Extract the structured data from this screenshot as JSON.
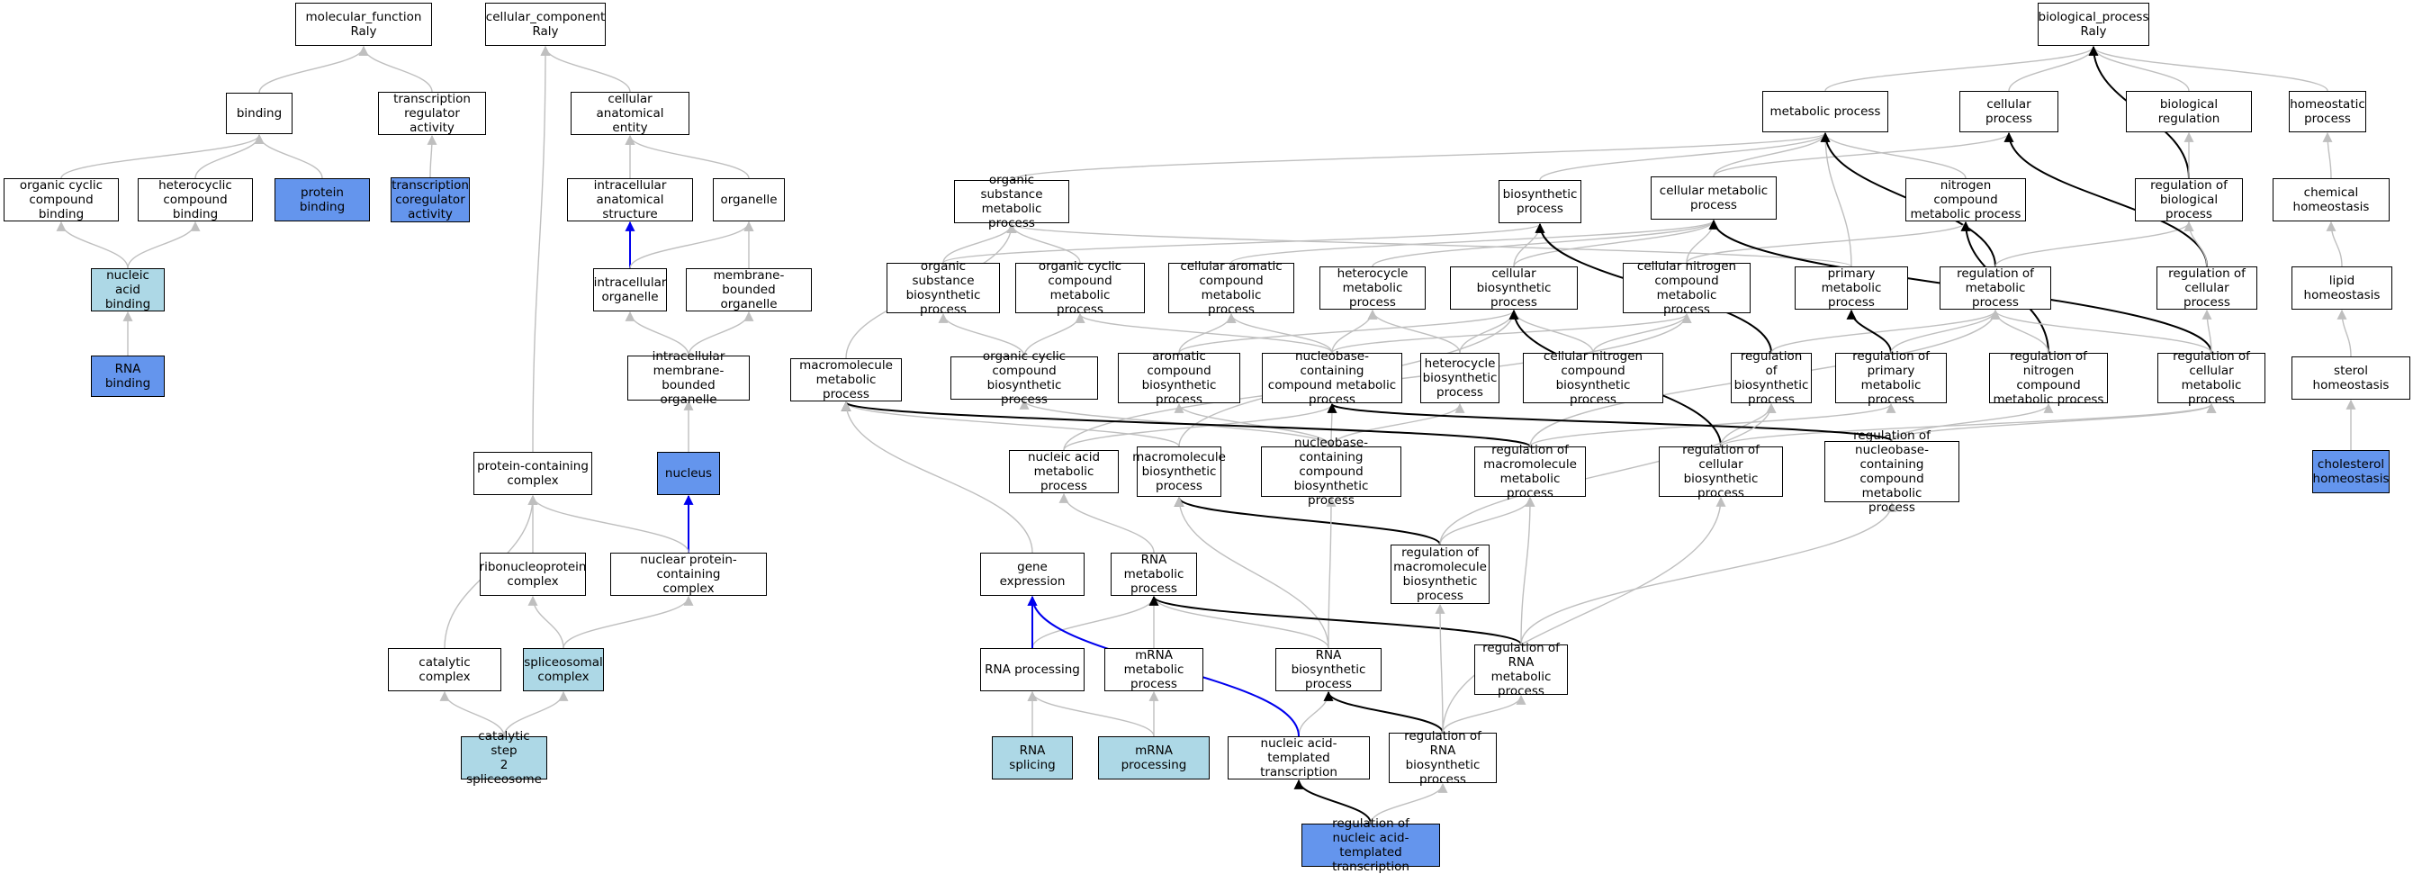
{
  "diagram": {
    "colors": {
      "node_fill": "#ffffff",
      "node_border": "#000000",
      "annotated_dark": "#6495ed",
      "annotated_light": "#add8e6",
      "edge_gray": "#bfbfbf",
      "edge_black": "#000000",
      "edge_blue": "#0000ee"
    },
    "nodes": [
      {
        "id": "mf",
        "label": "molecular_function\nRaly",
        "fill": "white"
      },
      {
        "id": "cc",
        "label": "cellular_component\nRaly",
        "fill": "white"
      },
      {
        "id": "bp",
        "label": "biological_process\nRaly",
        "fill": "white"
      },
      {
        "id": "binding",
        "label": "binding",
        "fill": "white"
      },
      {
        "id": "trreg",
        "label": "transcription\nregulator activity",
        "fill": "white"
      },
      {
        "id": "cae",
        "label": "cellular anatomical\nentity",
        "fill": "white"
      },
      {
        "id": "occb",
        "label": "organic cyclic\ncompound binding",
        "fill": "white"
      },
      {
        "id": "hcb",
        "label": "heterocyclic\ncompound binding",
        "fill": "white"
      },
      {
        "id": "protbind",
        "label": "protein binding",
        "fill": "dark"
      },
      {
        "id": "trcoreg",
        "label": "transcription\ncoregulator\nactivity",
        "fill": "dark"
      },
      {
        "id": "nab",
        "label": "nucleic acid\nbinding",
        "fill": "light"
      },
      {
        "id": "rnab",
        "label": "RNA binding",
        "fill": "dark"
      },
      {
        "id": "ias",
        "label": "intracellular\nanatomical structure",
        "fill": "white"
      },
      {
        "id": "organelle",
        "label": "organelle",
        "fill": "white"
      },
      {
        "id": "io",
        "label": "intracellular\norganelle",
        "fill": "white"
      },
      {
        "id": "mbo",
        "label": "membrane-bounded\norganelle",
        "fill": "white"
      },
      {
        "id": "imbo",
        "label": "intracellular\nmembrane-bounded\norganelle",
        "fill": "white"
      },
      {
        "id": "nucleus",
        "label": "nucleus",
        "fill": "dark"
      },
      {
        "id": "pcc",
        "label": "protein-containing\ncomplex",
        "fill": "white"
      },
      {
        "id": "rnp",
        "label": "ribonucleoprotein\ncomplex",
        "fill": "white"
      },
      {
        "id": "npcc",
        "label": "nuclear protein-containing\ncomplex",
        "fill": "white"
      },
      {
        "id": "catc",
        "label": "catalytic complex",
        "fill": "white"
      },
      {
        "id": "splc",
        "label": "spliceosomal\ncomplex",
        "fill": "light"
      },
      {
        "id": "cs2",
        "label": "catalytic step\n2 spliceosome",
        "fill": "light"
      },
      {
        "id": "metp",
        "label": "metabolic process",
        "fill": "white"
      },
      {
        "id": "cellp",
        "label": "cellular process",
        "fill": "white"
      },
      {
        "id": "breg",
        "label": "biological regulation",
        "fill": "white"
      },
      {
        "id": "homeo",
        "label": "homeostatic\nprocess",
        "fill": "white"
      },
      {
        "id": "osmp",
        "label": "organic substance\nmetabolic process",
        "fill": "white"
      },
      {
        "id": "biosyn",
        "label": "biosynthetic\nprocess",
        "fill": "white"
      },
      {
        "id": "cmp",
        "label": "cellular metabolic\nprocess",
        "fill": "white"
      },
      {
        "id": "ncmp",
        "label": "nitrogen compound\nmetabolic process",
        "fill": "white"
      },
      {
        "id": "rbp",
        "label": "regulation of\nbiological process",
        "fill": "white"
      },
      {
        "id": "chemh",
        "label": "chemical homeostasis",
        "fill": "white"
      },
      {
        "id": "osbp",
        "label": "organic substance\nbiosynthetic\nprocess",
        "fill": "white"
      },
      {
        "id": "occmp",
        "label": "organic cyclic\ncompound metabolic\nprocess",
        "fill": "white"
      },
      {
        "id": "cacmp",
        "label": "cellular aromatic\ncompound metabolic\nprocess",
        "fill": "white"
      },
      {
        "id": "hmp",
        "label": "heterocycle\nmetabolic process",
        "fill": "white"
      },
      {
        "id": "cbp",
        "label": "cellular biosynthetic\nprocess",
        "fill": "white"
      },
      {
        "id": "cncmp",
        "label": "cellular nitrogen\ncompound metabolic\nprocess",
        "fill": "white"
      },
      {
        "id": "pmp",
        "label": "primary metabolic\nprocess",
        "fill": "white"
      },
      {
        "id": "rmp",
        "label": "regulation of\nmetabolic process",
        "fill": "white"
      },
      {
        "id": "rcp",
        "label": "regulation of\ncellular process",
        "fill": "white"
      },
      {
        "id": "liph",
        "label": "lipid homeostasis",
        "fill": "white"
      },
      {
        "id": "mmp",
        "label": "macromolecule\nmetabolic process",
        "fill": "white"
      },
      {
        "id": "occbp",
        "label": "organic cyclic\ncompound biosynthetic\nprocess",
        "fill": "white"
      },
      {
        "id": "acbp",
        "label": "aromatic compound\nbiosynthetic\nprocess",
        "fill": "white"
      },
      {
        "id": "nbcmp",
        "label": "nucleobase-containing\ncompound metabolic\nprocess",
        "fill": "white"
      },
      {
        "id": "hbp",
        "label": "heterocycle\nbiosynthetic\nprocess",
        "fill": "white"
      },
      {
        "id": "cncbp",
        "label": "cellular nitrogen\ncompound biosynthetic\nprocess",
        "fill": "white"
      },
      {
        "id": "rbsp",
        "label": "regulation of\nbiosynthetic\nprocess",
        "fill": "white"
      },
      {
        "id": "rpmp",
        "label": "regulation of\nprimary metabolic\nprocess",
        "fill": "white"
      },
      {
        "id": "rncmp",
        "label": "regulation of\nnitrogen compound\nmetabolic process",
        "fill": "white"
      },
      {
        "id": "rcmp",
        "label": "regulation of\ncellular metabolic\nprocess",
        "fill": "white"
      },
      {
        "id": "sterh",
        "label": "sterol homeostasis",
        "fill": "white"
      },
      {
        "id": "namp",
        "label": "nucleic acid\nmetabolic process",
        "fill": "white"
      },
      {
        "id": "mbp",
        "label": "macromolecule\nbiosynthetic\nprocess",
        "fill": "white"
      },
      {
        "id": "nbcbp",
        "label": "nucleobase-containing\ncompound biosynthetic\nprocess",
        "fill": "white"
      },
      {
        "id": "rmmp",
        "label": "regulation of\nmacromolecule\nmetabolic process",
        "fill": "white"
      },
      {
        "id": "rcbp",
        "label": "regulation of\ncellular biosynthetic\nprocess",
        "fill": "white"
      },
      {
        "id": "rnbcmp",
        "label": "regulation of\nnucleobase-containing\ncompound metabolic\nprocess",
        "fill": "white"
      },
      {
        "id": "cholh",
        "label": "cholesterol\nhomeostasis",
        "fill": "dark"
      },
      {
        "id": "rmbp",
        "label": "regulation of\nmacromolecule\nbiosynthetic\nprocess",
        "fill": "white"
      },
      {
        "id": "geneexp",
        "label": "gene expression",
        "fill": "white"
      },
      {
        "id": "rnamp",
        "label": "RNA metabolic\nprocess",
        "fill": "white"
      },
      {
        "id": "rnaproc",
        "label": "RNA processing",
        "fill": "white"
      },
      {
        "id": "mrnamp",
        "label": "mRNA metabolic\nprocess",
        "fill": "white"
      },
      {
        "id": "rnabp",
        "label": "RNA biosynthetic\nprocess",
        "fill": "white"
      },
      {
        "id": "rrnamp",
        "label": "regulation of\nRNA metabolic\nprocess",
        "fill": "white"
      },
      {
        "id": "rnasplice",
        "label": "RNA splicing",
        "fill": "light"
      },
      {
        "id": "mrnaproc",
        "label": "mRNA processing",
        "fill": "light"
      },
      {
        "id": "natt",
        "label": "nucleic acid-templated\ntranscription",
        "fill": "white"
      },
      {
        "id": "rrnabp",
        "label": "regulation of\nRNA biosynthetic\nprocess",
        "fill": "white"
      },
      {
        "id": "rnatt",
        "label": "regulation of\nnucleic acid-templated\ntranscription",
        "fill": "dark"
      }
    ],
    "edges": [
      [
        "binding",
        "mf",
        "gray"
      ],
      [
        "trreg",
        "mf",
        "gray"
      ],
      [
        "cae",
        "cc",
        "gray"
      ],
      [
        "pcc",
        "cc",
        "gray"
      ],
      [
        "occb",
        "binding",
        "gray"
      ],
      [
        "hcb",
        "binding",
        "gray"
      ],
      [
        "protbind",
        "binding",
        "gray"
      ],
      [
        "trcoreg",
        "trreg",
        "gray"
      ],
      [
        "nab",
        "occb",
        "gray"
      ],
      [
        "nab",
        "hcb",
        "gray"
      ],
      [
        "rnab",
        "nab",
        "gray"
      ],
      [
        "ias",
        "cae",
        "gray"
      ],
      [
        "organelle",
        "cae",
        "gray"
      ],
      [
        "io",
        "ias",
        "blue"
      ],
      [
        "io",
        "organelle",
        "gray"
      ],
      [
        "mbo",
        "organelle",
        "gray"
      ],
      [
        "imbo",
        "io",
        "gray"
      ],
      [
        "imbo",
        "mbo",
        "gray"
      ],
      [
        "nucleus",
        "imbo",
        "gray"
      ],
      [
        "npcc",
        "nucleus",
        "blue"
      ],
      [
        "rnp",
        "pcc",
        "gray"
      ],
      [
        "npcc",
        "pcc",
        "gray"
      ],
      [
        "catc",
        "pcc",
        "gray"
      ],
      [
        "splc",
        "rnp",
        "gray"
      ],
      [
        "splc",
        "npcc",
        "gray"
      ],
      [
        "cs2",
        "catc",
        "gray"
      ],
      [
        "cs2",
        "splc",
        "gray"
      ],
      [
        "metp",
        "bp",
        "gray"
      ],
      [
        "cellp",
        "bp",
        "gray"
      ],
      [
        "breg",
        "bp",
        "gray"
      ],
      [
        "homeo",
        "bp",
        "gray"
      ],
      [
        "rbp",
        "bp",
        "black"
      ],
      [
        "rbp",
        "breg",
        "gray"
      ],
      [
        "osmp",
        "metp",
        "gray"
      ],
      [
        "biosyn",
        "metp",
        "gray"
      ],
      [
        "cmp",
        "metp",
        "gray"
      ],
      [
        "cmp",
        "cellp",
        "gray"
      ],
      [
        "ncmp",
        "metp",
        "gray"
      ],
      [
        "pmp",
        "metp",
        "gray"
      ],
      [
        "rmp",
        "metp",
        "black"
      ],
      [
        "rmp",
        "rbp",
        "gray"
      ],
      [
        "rcp",
        "cellp",
        "black"
      ],
      [
        "rcp",
        "rbp",
        "gray"
      ],
      [
        "chemh",
        "homeo",
        "gray"
      ],
      [
        "liph",
        "chemh",
        "gray"
      ],
      [
        "sterh",
        "liph",
        "gray"
      ],
      [
        "cholh",
        "sterh",
        "gray"
      ],
      [
        "osbp",
        "osmp",
        "gray"
      ],
      [
        "osbp",
        "biosyn",
        "gray"
      ],
      [
        "occmp",
        "osmp",
        "gray"
      ],
      [
        "cacmp",
        "cmp",
        "gray"
      ],
      [
        "hmp",
        "cmp",
        "gray"
      ],
      [
        "cbp",
        "biosyn",
        "gray"
      ],
      [
        "cbp",
        "cmp",
        "gray"
      ],
      [
        "cncmp",
        "cmp",
        "gray"
      ],
      [
        "cncmp",
        "ncmp",
        "gray"
      ],
      [
        "pmp",
        "osmp",
        "gray"
      ],
      [
        "mmp",
        "osmp",
        "gray"
      ],
      [
        "rbsp",
        "biosyn",
        "black"
      ],
      [
        "rbsp",
        "rmp",
        "gray"
      ],
      [
        "rpmp",
        "pmp",
        "black"
      ],
      [
        "rpmp",
        "rmp",
        "gray"
      ],
      [
        "rncmp",
        "ncmp",
        "black"
      ],
      [
        "rncmp",
        "rmp",
        "gray"
      ],
      [
        "rcmp",
        "cmp",
        "black"
      ],
      [
        "rcmp",
        "rmp",
        "gray"
      ],
      [
        "rcmp",
        "rcp",
        "gray"
      ],
      [
        "occbp",
        "occmp",
        "gray"
      ],
      [
        "occbp",
        "osbp",
        "gray"
      ],
      [
        "acbp",
        "cacmp",
        "gray"
      ],
      [
        "acbp",
        "cbp",
        "gray"
      ],
      [
        "nbcmp",
        "occmp",
        "gray"
      ],
      [
        "nbcmp",
        "cacmp",
        "gray"
      ],
      [
        "nbcmp",
        "hmp",
        "gray"
      ],
      [
        "nbcmp",
        "cncmp",
        "gray"
      ],
      [
        "hbp",
        "hmp",
        "gray"
      ],
      [
        "hbp",
        "cbp",
        "gray"
      ],
      [
        "cncbp",
        "cbp",
        "gray"
      ],
      [
        "cncbp",
        "cncmp",
        "gray"
      ],
      [
        "namp",
        "nbcmp",
        "gray"
      ],
      [
        "namp",
        "cncmp",
        "gray"
      ],
      [
        "mbp",
        "mmp",
        "gray"
      ],
      [
        "mbp",
        "cbp",
        "gray"
      ],
      [
        "nbcbp",
        "nbcmp",
        "gray"
      ],
      [
        "nbcbp",
        "hbp",
        "gray"
      ],
      [
        "nbcbp",
        "occbp",
        "gray"
      ],
      [
        "nbcbp",
        "acbp",
        "gray"
      ],
      [
        "rmmp",
        "mmp",
        "black"
      ],
      [
        "rmmp",
        "rpmp",
        "gray"
      ],
      [
        "rmmp",
        "rmp",
        "gray"
      ],
      [
        "rcbp",
        "cbp",
        "black"
      ],
      [
        "rcbp",
        "rbsp",
        "gray"
      ],
      [
        "rcbp",
        "rcmp",
        "gray"
      ],
      [
        "rnbcmp",
        "nbcmp",
        "black"
      ],
      [
        "rnbcmp",
        "rcmp",
        "gray"
      ],
      [
        "rnbcmp",
        "rncmp",
        "gray"
      ],
      [
        "rmbp",
        "mbp",
        "black"
      ],
      [
        "rmbp",
        "rmmp",
        "gray"
      ],
      [
        "rmbp",
        "rbsp",
        "gray"
      ],
      [
        "geneexp",
        "mmp",
        "gray"
      ],
      [
        "rnamp",
        "namp",
        "gray"
      ],
      [
        "rnaproc",
        "rnamp",
        "gray"
      ],
      [
        "rnaproc",
        "geneexp",
        "blue"
      ],
      [
        "mrnamp",
        "rnamp",
        "gray"
      ],
      [
        "rnabp",
        "rnamp",
        "gray"
      ],
      [
        "rnabp",
        "mbp",
        "gray"
      ],
      [
        "rnabp",
        "nbcbp",
        "gray"
      ],
      [
        "rrnamp",
        "rnamp",
        "black"
      ],
      [
        "rrnamp",
        "rmmp",
        "gray"
      ],
      [
        "rrnamp",
        "rnbcmp",
        "gray"
      ],
      [
        "rnasplice",
        "rnaproc",
        "gray"
      ],
      [
        "mrnaproc",
        "rnaproc",
        "gray"
      ],
      [
        "mrnaproc",
        "mrnamp",
        "gray"
      ],
      [
        "natt",
        "rnabp",
        "gray"
      ],
      [
        "natt",
        "geneexp",
        "blue"
      ],
      [
        "rrnabp",
        "rnabp",
        "black"
      ],
      [
        "rrnabp",
        "rrnamp",
        "gray"
      ],
      [
        "rrnabp",
        "rmbp",
        "gray"
      ],
      [
        "rrnabp",
        "rcbp",
        "gray"
      ],
      [
        "rnatt",
        "natt",
        "black"
      ],
      [
        "rnatt",
        "rrnabp",
        "gray"
      ]
    ]
  }
}
